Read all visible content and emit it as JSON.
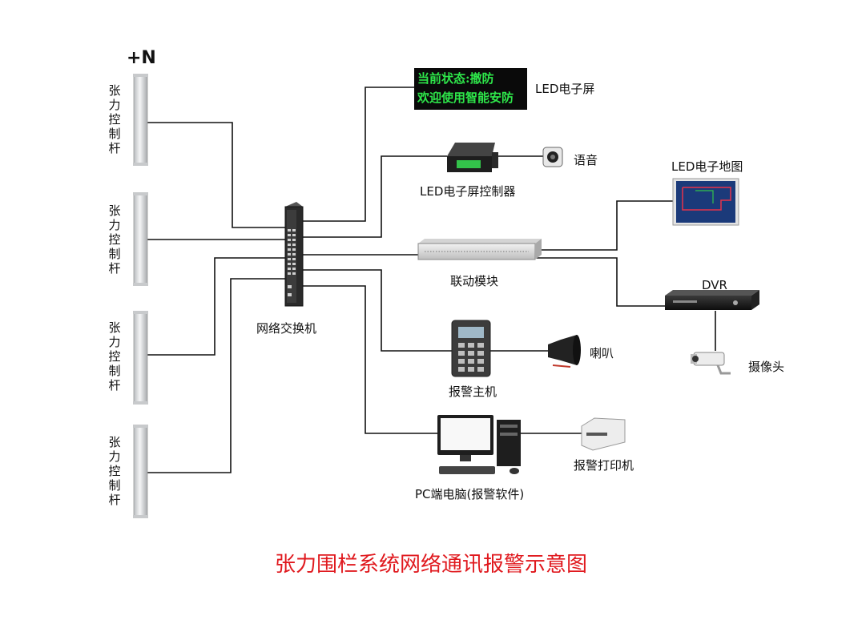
{
  "colors": {
    "title": "#e0191e",
    "led_text": "#2ee64a",
    "led_bg": "#0a0a0a",
    "wire": "#111111"
  },
  "plus_n": "+N",
  "poles": [
    {
      "label": "张力控制杆"
    },
    {
      "label": "张力控制杆"
    },
    {
      "label": "张力控制杆"
    },
    {
      "label": "张力控制杆"
    }
  ],
  "switch": {
    "label": "网络交换机"
  },
  "led_screen": {
    "line1": "当前状态:撤防",
    "line2": "欢迎使用智能安防",
    "label": "LED电子屏"
  },
  "led_controller": {
    "label": "LED电子屏控制器"
  },
  "voice": {
    "label": "语音"
  },
  "linkage_module": {
    "label": "联动模块"
  },
  "led_map": {
    "label": "LED电子地图"
  },
  "dvr": {
    "label": "DVR"
  },
  "camera": {
    "label": "摄像头"
  },
  "alarm_host": {
    "label": "报警主机"
  },
  "horn": {
    "label": "喇叭"
  },
  "pc": {
    "label": "PC端电脑(报警软件)"
  },
  "printer": {
    "label": "报警打印机"
  },
  "title": "张力围栏系统网络通讯报警示意图"
}
